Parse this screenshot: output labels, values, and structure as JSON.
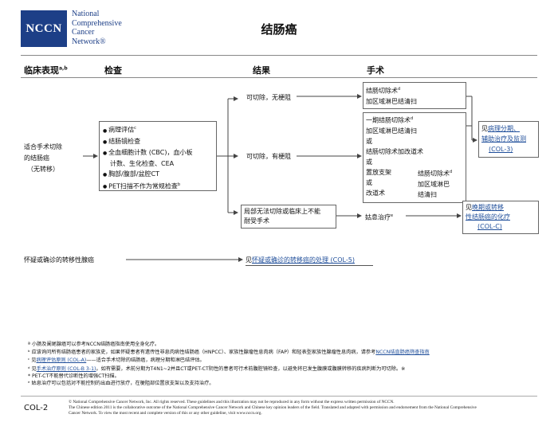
{
  "logo": {
    "abbr": "NCCN",
    "line1": "National",
    "line2": "Comprehensive",
    "line3": "Cancer",
    "line4": "Network®"
  },
  "title": "结肠癌",
  "headers": {
    "clinical": "临床表现",
    "clinical_sup": "a,b",
    "exam": "检查",
    "result": "结果",
    "surgery": "手术"
  },
  "clinical": {
    "line1": "适合手术切除",
    "line2": "的结肠癌",
    "line3": "（无转移）"
  },
  "exam": {
    "items": [
      "病理评估",
      "结肠镜检查",
      "全血细胞计数 (CBC)，血小板",
      "计数、生化检查、CEA",
      "胸部/腹部/盆腔CT",
      "PET扫描不作为常规检查"
    ],
    "item1_sup": "c",
    "item6_sup": "b"
  },
  "results": {
    "resectable_nonobstructing": "可切除，无梗阻",
    "resectable_obstructing": "可切除，有梗阻",
    "unresectable_1": "局部无法切除或临床上不能",
    "unresectable_2": "耐受手术"
  },
  "surgery": {
    "box1": {
      "line1": "结肠切除术",
      "sup": "d",
      "line2": "加区域淋巴结清扫"
    },
    "box2": {
      "line1": "一期结肠切除术",
      "sup": "d",
      "line2": "加区域淋巴结清扫",
      "line3": "或",
      "line4": "结肠切除术加改道术",
      "line5": "或",
      "line6": "置放支架",
      "line7": "或",
      "line8": "改道术",
      "sub_line1": "结肠切除术",
      "sub_sup": "d",
      "sub_line2": "加区域淋巴",
      "sub_line3": "结清扫"
    },
    "palliative": "姑息治疗",
    "palliative_sup": "e"
  },
  "refs": {
    "ref1_prefix": "见",
    "ref1_link1": "病理分期、",
    "ref1_link2": "辅助治疗及监测",
    "ref1_link3": "(COL-3)",
    "ref2_prefix": "见",
    "ref2_link1": "晚期或转移",
    "ref2_link2": "性结肠癌的化疗",
    "ref2_link3": "(COL-C)"
  },
  "metastatic": {
    "label": "怀疑或确诊的转移性腺癌",
    "ref_prefix": "见",
    "ref_link": "怀疑或确诊的转移癌的处理 (COL-5)"
  },
  "footnotes": {
    "a": "ª 小肠及阑尾腺癌可以参考NCCN结肠癌指南使用全身化疗。",
    "b_text": "ᵇ 应该询问所有结肠癌患者的家族史，如果怀疑患者有遗传性非息肉病性结肠癌（HNPCC）、家族性腺瘤性息肉病（FAP）和轻表型家族性腺瘤性息肉病，请参考",
    "b_link": "NCCN结直肠癌筛查指南",
    "c_prefix": "ᶜ 见",
    "c_link": "病理评估原则 (COL-A)",
    "c_text": "——适合手术切除的结肠癌，病理分期和淋巴结评估。",
    "d_prefix": "ᵈ 见",
    "d_link": "手术治疗原则 (COL-B 3-1)",
    "d_text": "。如有需要，术前分期为T4N1~2并且CT或PET-CT阴性的患者可行术前腹腔镜检查，以避免将已发生腹膜或腹膜转移的疾病判断为可切除。※",
    "e_pre": "* PET-CT不能替代诊断性的增强CT扫描。",
    "e_text": "ᵉ 姑息治疗可以包括对不能控制的出血进行放疗，在梗阻部位置放支架以及支持治疗。"
  },
  "page_id": "COL-2",
  "copyright": {
    "line1": "© National Comprehensive Cancer Network, Inc. All rights reserved. These guidelines and this illustration may not be reproduced in any form without the express written permission of NCCN.",
    "line2": "The Chinese edition 2011 is the collaborative outcome of the National Comprehensive Cancer Network and Chinese key opinion leaders of the field. Translated and adapted with permission and endorsement from the National Comprehensive",
    "line3": "Cancer Network. To view the most recent and complete version of this or any other guideline, visit www.nccn.org."
  }
}
